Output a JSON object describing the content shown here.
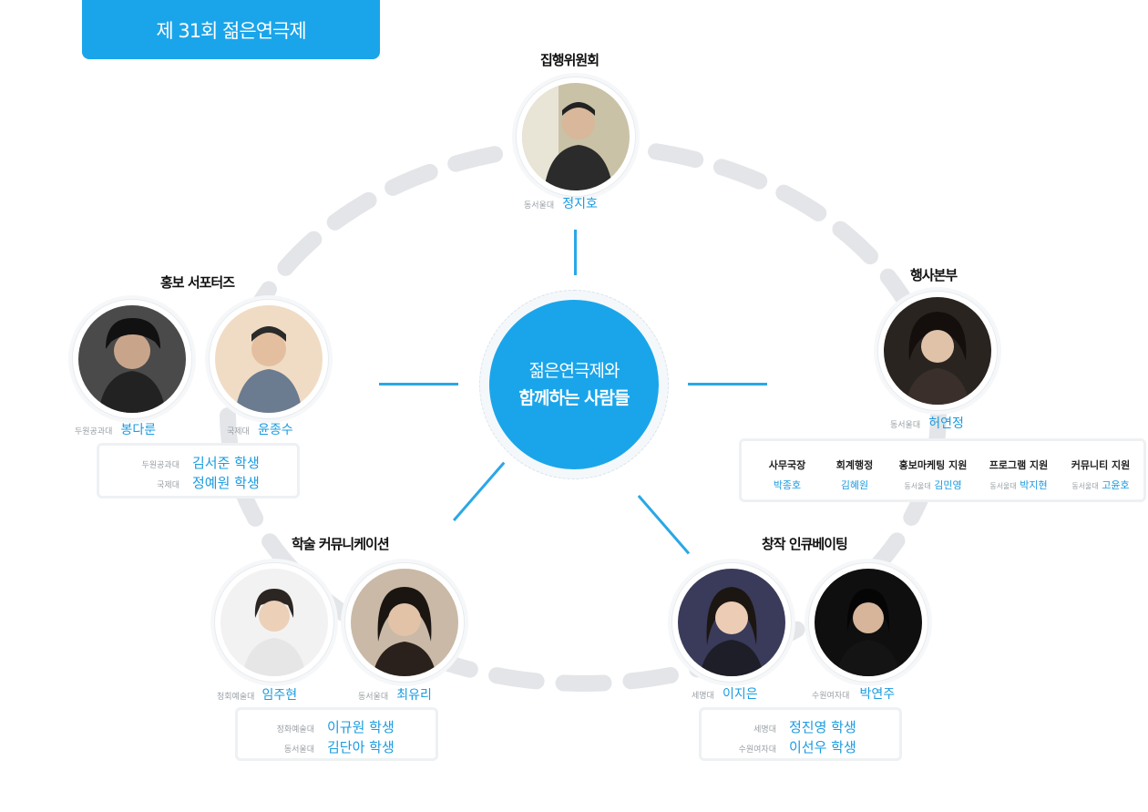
{
  "header": {
    "title": "제 31회 젊은연극제"
  },
  "hub": {
    "line1": "젊은연극제와",
    "line2": "함께하는 사람들"
  },
  "sections": {
    "executive": {
      "title": "집행위원회",
      "people": [
        {
          "school": "동서울대",
          "name": "정지호"
        }
      ]
    },
    "pr": {
      "title": "홍보 서포터즈",
      "people": [
        {
          "school": "두원공과대",
          "name": "봉다룬"
        },
        {
          "school": "국제대",
          "name": "윤종수"
        }
      ],
      "students": [
        {
          "school": "두원공과대",
          "name": "김서준  학생"
        },
        {
          "school": "국제대",
          "name": "정예원  학생"
        }
      ]
    },
    "events": {
      "title": "행사본부",
      "people": [
        {
          "school": "동서울대",
          "name": "허연정"
        }
      ],
      "staff": [
        {
          "role": "사무국장",
          "school": "",
          "name": "박종호"
        },
        {
          "role": "회계행정",
          "school": "",
          "name": "김혜원"
        },
        {
          "role": "홍보마케팅 지원",
          "school": "동서울대",
          "name": "김민영"
        },
        {
          "role": "프로그램 지원",
          "school": "동서울대",
          "name": "박지현"
        },
        {
          "role": "커뮤니티 지원",
          "school": "동서울대",
          "name": "고윤호"
        }
      ]
    },
    "academic": {
      "title": "학술 커뮤니케이션",
      "people": [
        {
          "school": "청회예술대",
          "name": "임주현"
        },
        {
          "school": "동서울대",
          "name": "최유리"
        }
      ],
      "students": [
        {
          "school": "정화예술대",
          "name": "이규원  학생"
        },
        {
          "school": "동서울대",
          "name": "김단아  학생"
        }
      ]
    },
    "incubating": {
      "title": "창작 인큐베이팅",
      "people": [
        {
          "school": "세명대",
          "name": "이지은"
        },
        {
          "school": "수원여자대",
          "name": "박연주"
        }
      ],
      "students": [
        {
          "school": "세명대",
          "name": "정진영 학생"
        },
        {
          "school": "수원여자대",
          "name": "이선우  학생"
        }
      ]
    }
  },
  "colors": {
    "accent": "#1aa5ea",
    "ring": "#e3e5e8",
    "name": "#1a9be0"
  }
}
